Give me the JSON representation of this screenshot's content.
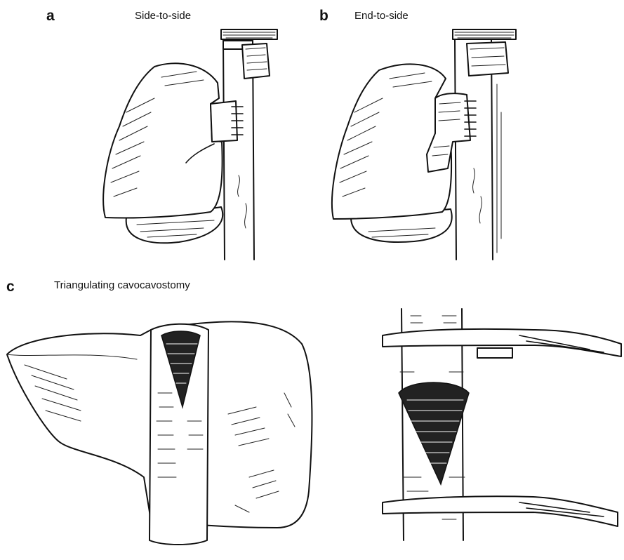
{
  "panels": {
    "a": {
      "letter": "a",
      "caption": "Side-to-side"
    },
    "b": {
      "letter": "b",
      "caption": "End-to-side"
    },
    "c": {
      "letter": "c",
      "caption": "Triangulating cavocavostomy"
    }
  },
  "colors": {
    "ink": "#111111",
    "background": "#ffffff"
  }
}
